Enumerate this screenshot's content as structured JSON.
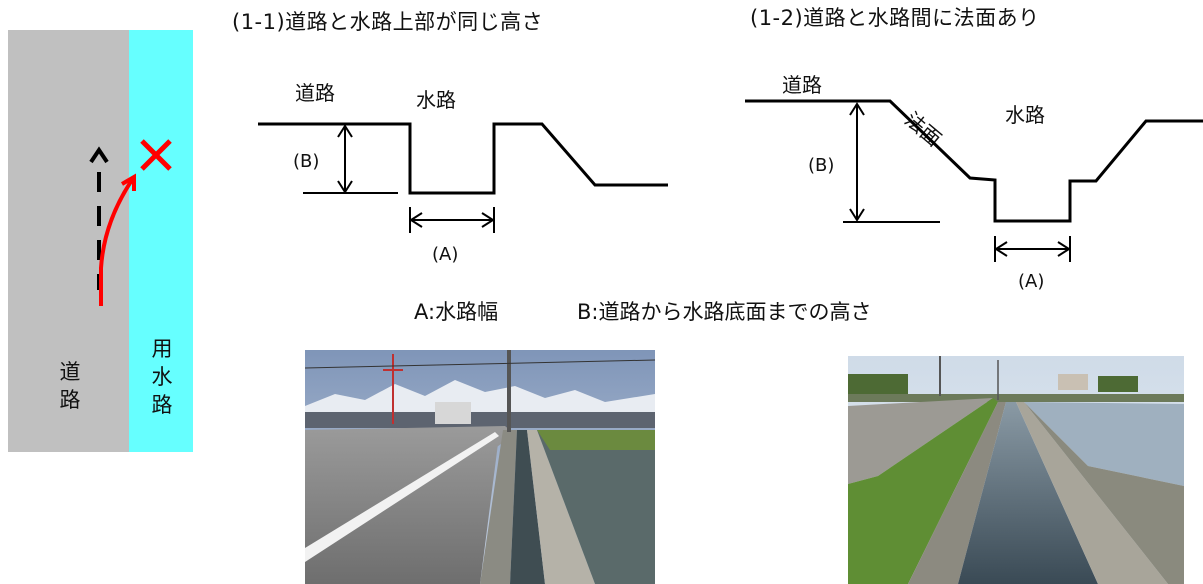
{
  "left_sketch": {
    "road_label": "道\n路",
    "canal_label": "用\n水\n路",
    "road_color": "#c0c0c0",
    "canal_color": "#66ffff",
    "path_color": "#ff0000",
    "cross_icon": "x-mark-icon",
    "arrow_icon": "dashed-up-arrow-icon"
  },
  "diagram_1": {
    "title": "(1-1)道路と水路上部が同じ高さ",
    "road_label": "道路",
    "canal_label": "水路",
    "b_mark": "(B)",
    "a_mark": "(A)"
  },
  "diagram_2": {
    "title": "(1-2)道路と水路間に法面あり",
    "road_label": "道路",
    "slope_label": "法面",
    "canal_label": "水路",
    "b_mark": "(B)",
    "a_mark": "(A)"
  },
  "legend": {
    "a": "A:水路幅",
    "b": "B:道路から水路底面までの高さ"
  },
  "photos": [
    {
      "subject": "road-beside-canal-photo"
    },
    {
      "subject": "grassy-canal-photo"
    }
  ]
}
